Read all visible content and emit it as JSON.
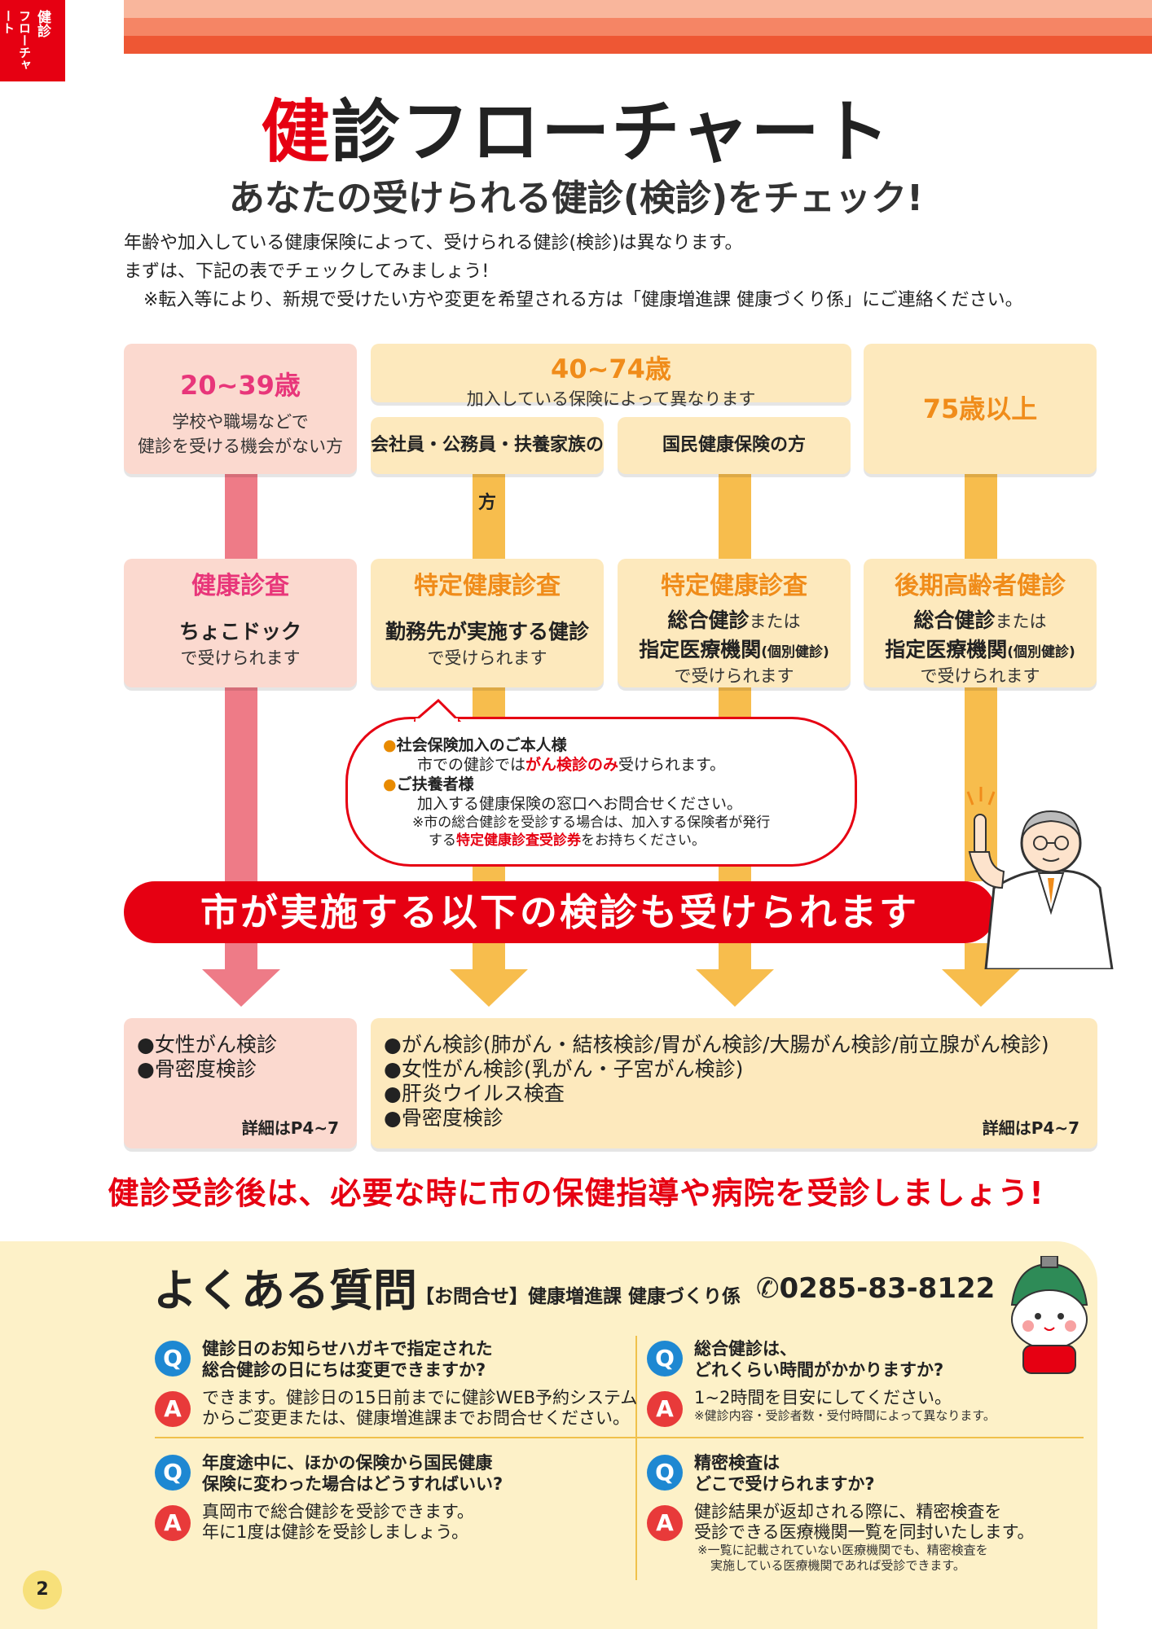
{
  "side_tab": {
    "line1": "健診",
    "line2": "フローチャート"
  },
  "title": {
    "red": "健",
    "rest": "診フローチャート"
  },
  "subtitle": "あなたの受けられる健診(検診)をチェック!",
  "intro": {
    "line1": "年齢や加入している健康保険によって、受けられる健診(検診)は異なります。",
    "line2": "まずは、下記の表でチェックしてみましょう!",
    "line3": "※転入等により、新規で受けたい方や変更を希望される方は「健康増進課 健康づくり係」にご連絡ください。"
  },
  "columns": {
    "age20": {
      "age": "20~39歳",
      "desc1": "学校や職場などで",
      "desc2": "健診を受ける機会がない方"
    },
    "age40": {
      "age": "40~74歳",
      "desc": "加入している保険によって異なります"
    },
    "employee": "会社員・公務員・扶養家族の方",
    "national": "国民健康保険の方",
    "age75": "75歳以上"
  },
  "results": {
    "r1": {
      "title": "健康診査",
      "bold": "ちょこドック",
      "small": "で受けられます"
    },
    "r2": {
      "title": "特定健康診査",
      "bold": "勤務先が実施する健診",
      "small": "で受けられます"
    },
    "r3": {
      "title": "特定健康診査",
      "bold1": "総合健診",
      "mid": "または",
      "bold2": "指定医療機関",
      "paren": "(個別健診)",
      "small": "で受けられます"
    },
    "r4": {
      "title": "後期高齢者健診",
      "bold1": "総合健診",
      "mid": "または",
      "bold2": "指定医療機関",
      "paren": "(個別健診)",
      "small": "で受けられます"
    }
  },
  "bubble": {
    "h1": "社会保険加入のご本人様",
    "l1a": "市での健診では",
    "l1b": "がん検診のみ",
    "l1c": "受けられます。",
    "h2": "ご扶養者様",
    "l2": "加入する健康保険の窓口へお問合せください。",
    "l3": "※市の総合健診を受診する場合は、加入する保険者が発行",
    "l4a": "する",
    "l4b": "特定健康診査受診券",
    "l4c": "をお持ちください。"
  },
  "banner": "市が実施する以下の検診も受けられます",
  "lists": {
    "left": [
      "●女性がん検診",
      "●骨密度検診"
    ],
    "right": [
      "●がん検診(肺がん・結核検診/胃がん検診/大腸がん検診/前立腺がん検診)",
      "●女性がん検診(乳がん・子宮がん検診)",
      "●肝炎ウイルス検査",
      "●骨密度検診"
    ],
    "detail": "詳細はP4~7"
  },
  "closing": "健診受診後は、必要な時に市の保健指導や病院を受診しましょう!",
  "faq": {
    "title": "よくある質問",
    "contact": "【お問合せ】健康増進課 健康づくり係",
    "phone": "0285-83-8122",
    "q_label": "Q",
    "a_label": "A",
    "items": [
      {
        "q1": "健診日のお知らせハガキで指定された",
        "q2": "総合健診の日にちは変更できますか?",
        "a1": "できます。健診日の15日前までに健診WEB予約システム",
        "a2": "からご変更または、健康増進課までお問合せください。"
      },
      {
        "q1": "総合健診は、",
        "q2": "どれくらい時間がかかりますか?",
        "a1": "1~2時間を目安にしてください。",
        "note1": "※健診内容・受診者数・受付時間によって異なります。"
      },
      {
        "q1": "年度途中に、ほかの保険から国民健康",
        "q2": "保険に変わった場合はどうすればいい?",
        "a1": "真岡市で総合健診を受診できます。",
        "a2": "年に1度は健診を受診しましょう。"
      },
      {
        "q1": "精密検査は",
        "q2": "どこで受けられますか?",
        "a1": "健診結果が返却される際に、精密検査を",
        "a2": "受診できる医療機関一覧を同封いたします。",
        "note1": "※一覧に記載されていない医療機関でも、精密検査を",
        "note2": "実施している医療機関であれば受診できます。"
      }
    ]
  },
  "page_number": "2",
  "colors": {
    "red": "#e60012",
    "pink_bar": "#ee7b87",
    "yellow_bar": "#f7bd4d",
    "pink_title": "#e8367a",
    "orange_title": "#f08c1a",
    "pink_box": "#fbd9cf",
    "cream_box": "#fde9bd"
  }
}
